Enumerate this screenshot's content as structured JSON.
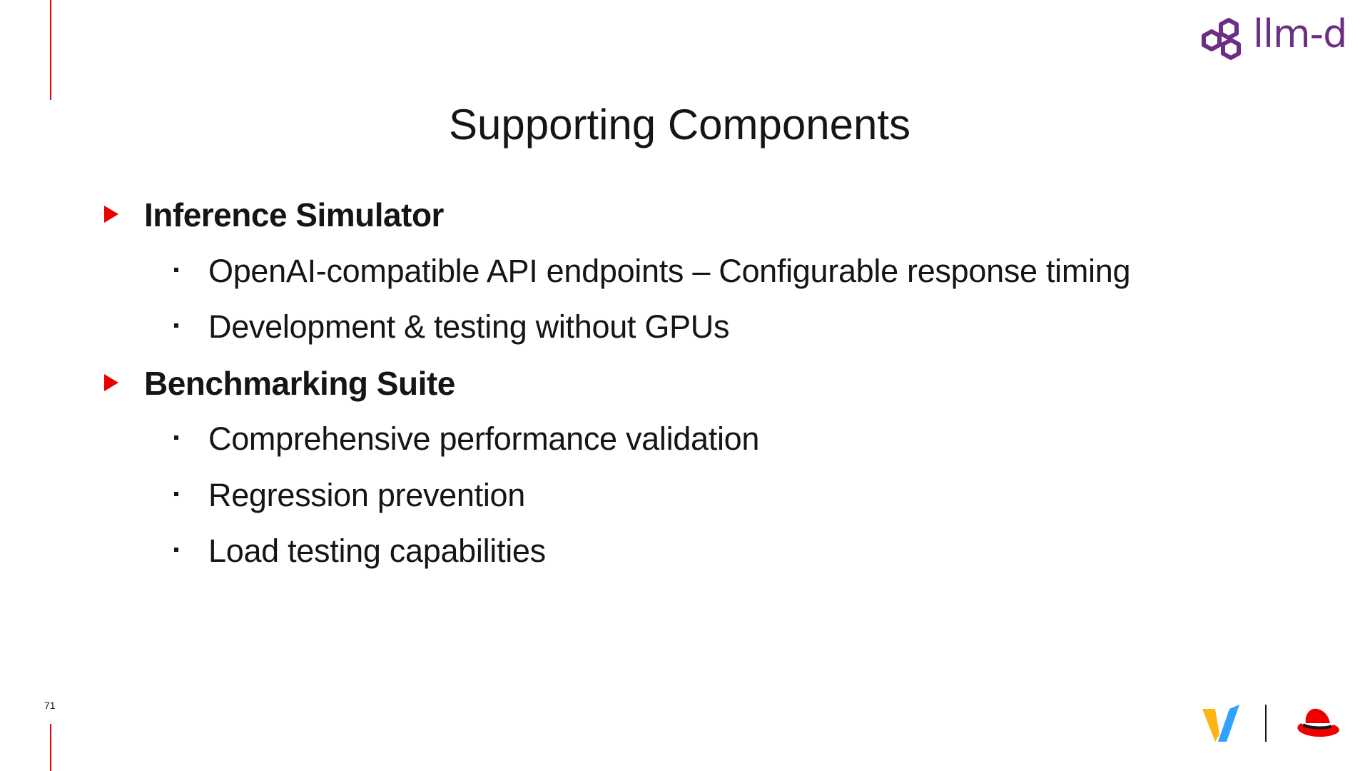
{
  "slide": {
    "title": "Supporting Components",
    "page_number": "71"
  },
  "logo": {
    "text": "llm-d",
    "color": "#6b2d86"
  },
  "bullets": [
    {
      "level": 1,
      "text": "Inference Simulator"
    },
    {
      "level": 2,
      "text": "OpenAI-compatible API endpoints – Configurable response timing"
    },
    {
      "level": 2,
      "text": "Development & testing without GPUs"
    },
    {
      "level": 1,
      "text": "Benchmarking Suite"
    },
    {
      "level": 2,
      "text": "Comprehensive performance validation"
    },
    {
      "level": 2,
      "text": "Regression prevention"
    },
    {
      "level": 2,
      "text": "Load testing capabilities"
    }
  ],
  "colors": {
    "accent": "#ee0000",
    "text": "#151515",
    "vllm_yellow": "#fdb515",
    "vllm_blue": "#30a2ff"
  },
  "footer": {
    "icons": [
      "vllm-logo-icon",
      "red-hat-logo-icon"
    ]
  }
}
